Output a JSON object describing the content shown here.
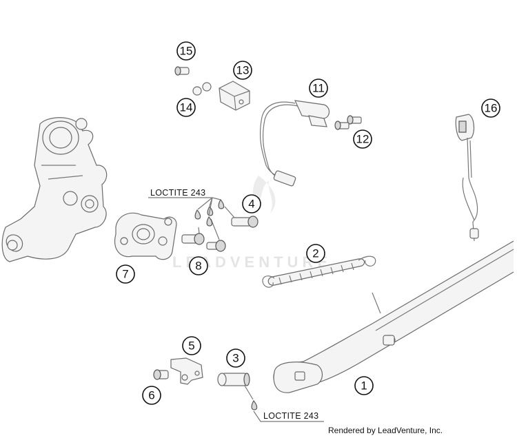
{
  "watermark": "LEADVENTURE",
  "credit": "Rendered by LeadVenture, Inc.",
  "notes": {
    "loctite_top": "LOCTITE 243",
    "loctite_bottom": "LOCTITE 243"
  },
  "callouts": [
    "1",
    "2",
    "3",
    "4",
    "5",
    "6",
    "7",
    "8",
    "11",
    "12",
    "13",
    "14",
    "15",
    "16"
  ],
  "colors": {
    "line": "#6a6a6a",
    "callout": "#111111",
    "watermark": "#e4e4e4"
  }
}
